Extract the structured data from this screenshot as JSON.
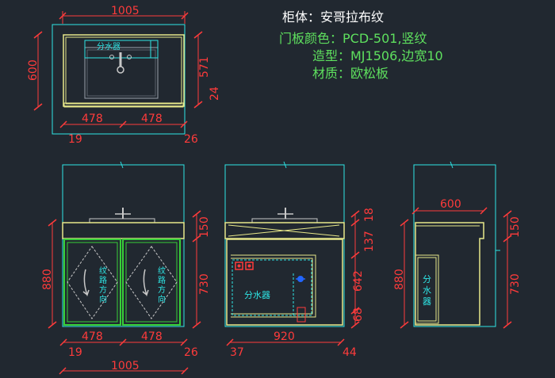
{
  "notes": {
    "cabinet": "柜体：安哥拉布纹",
    "door_color": "门板颜色：PCD-501,竖纹",
    "style": "造型：MJ1506,边宽10",
    "material": "材质：欧松板"
  },
  "top_view": {
    "width": "1005",
    "depth": "600",
    "inner_depth": "571",
    "back_offset": "24",
    "half_left": "478",
    "half_right": "478",
    "left_edge": "19",
    "right_edge": "26",
    "label": "分水器"
  },
  "front_view": {
    "height": "880",
    "top_band": "150",
    "door_height": "730",
    "half_left": "478",
    "half_right": "478",
    "left_edge": "19",
    "right_edge": "26",
    "total_width": "1005",
    "door_text_left": [
      "纹",
      "路",
      "方",
      "向"
    ],
    "door_text_right": [
      "纹",
      "路",
      "方",
      "向"
    ]
  },
  "inner_view": {
    "top_gap": "18",
    "upper": "137",
    "middle": "642",
    "bottom": "68",
    "width": "920",
    "left_gap": "37",
    "right_gap": "44",
    "label": "分水器"
  },
  "side_view": {
    "depth": "600",
    "height": "880",
    "top_band": "150",
    "door_height": "730",
    "label": [
      "分",
      "水",
      "器"
    ]
  },
  "colors": {
    "background": "#212830",
    "dimension": "#ff3b3b",
    "panel_yellow": "#e8e88a",
    "door_green": "#38d038",
    "text_cyan": "#2ee6e6",
    "note_white": "#ffffff",
    "note_green": "#5ee05e"
  }
}
